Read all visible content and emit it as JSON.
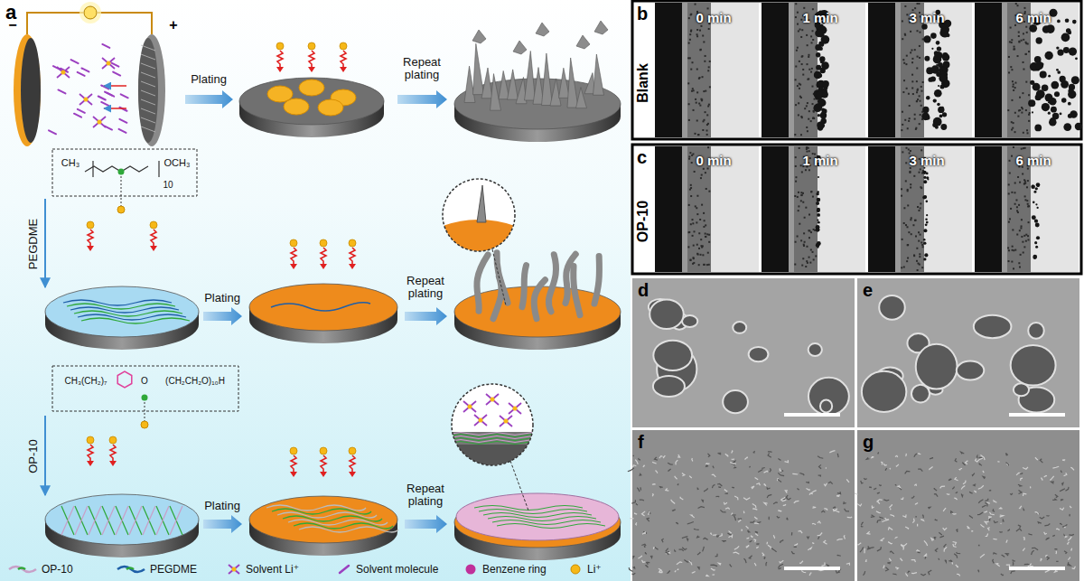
{
  "diagram": {
    "labels": [
      "a",
      "−",
      "+",
      "Plating",
      "Repeat plating",
      "CH₃",
      "OCH₃",
      "10",
      "PEGDME",
      "Plating",
      "Repeat plating",
      "CH₃(CH₂)₇",
      "O",
      "(CH₂CH₂O)₁₀H",
      "OP-10",
      "Plating",
      "Repeat plating",
      "b",
      "Blank",
      "0 min",
      "1 min",
      "3 min",
      "6 min",
      "c",
      "OP-10",
      "0 min",
      "1 min",
      "3 min",
      "6 min",
      "d",
      "e",
      "f",
      "g"
    ],
    "legend": [
      {
        "text": "OP-10"
      },
      {
        "text": "PEGDME"
      },
      {
        "text": "Solvent Li⁺"
      },
      {
        "text": "Solvent molecule"
      },
      {
        "text": "Benzene ring"
      },
      {
        "text": "Li⁺"
      }
    ]
  }
}
